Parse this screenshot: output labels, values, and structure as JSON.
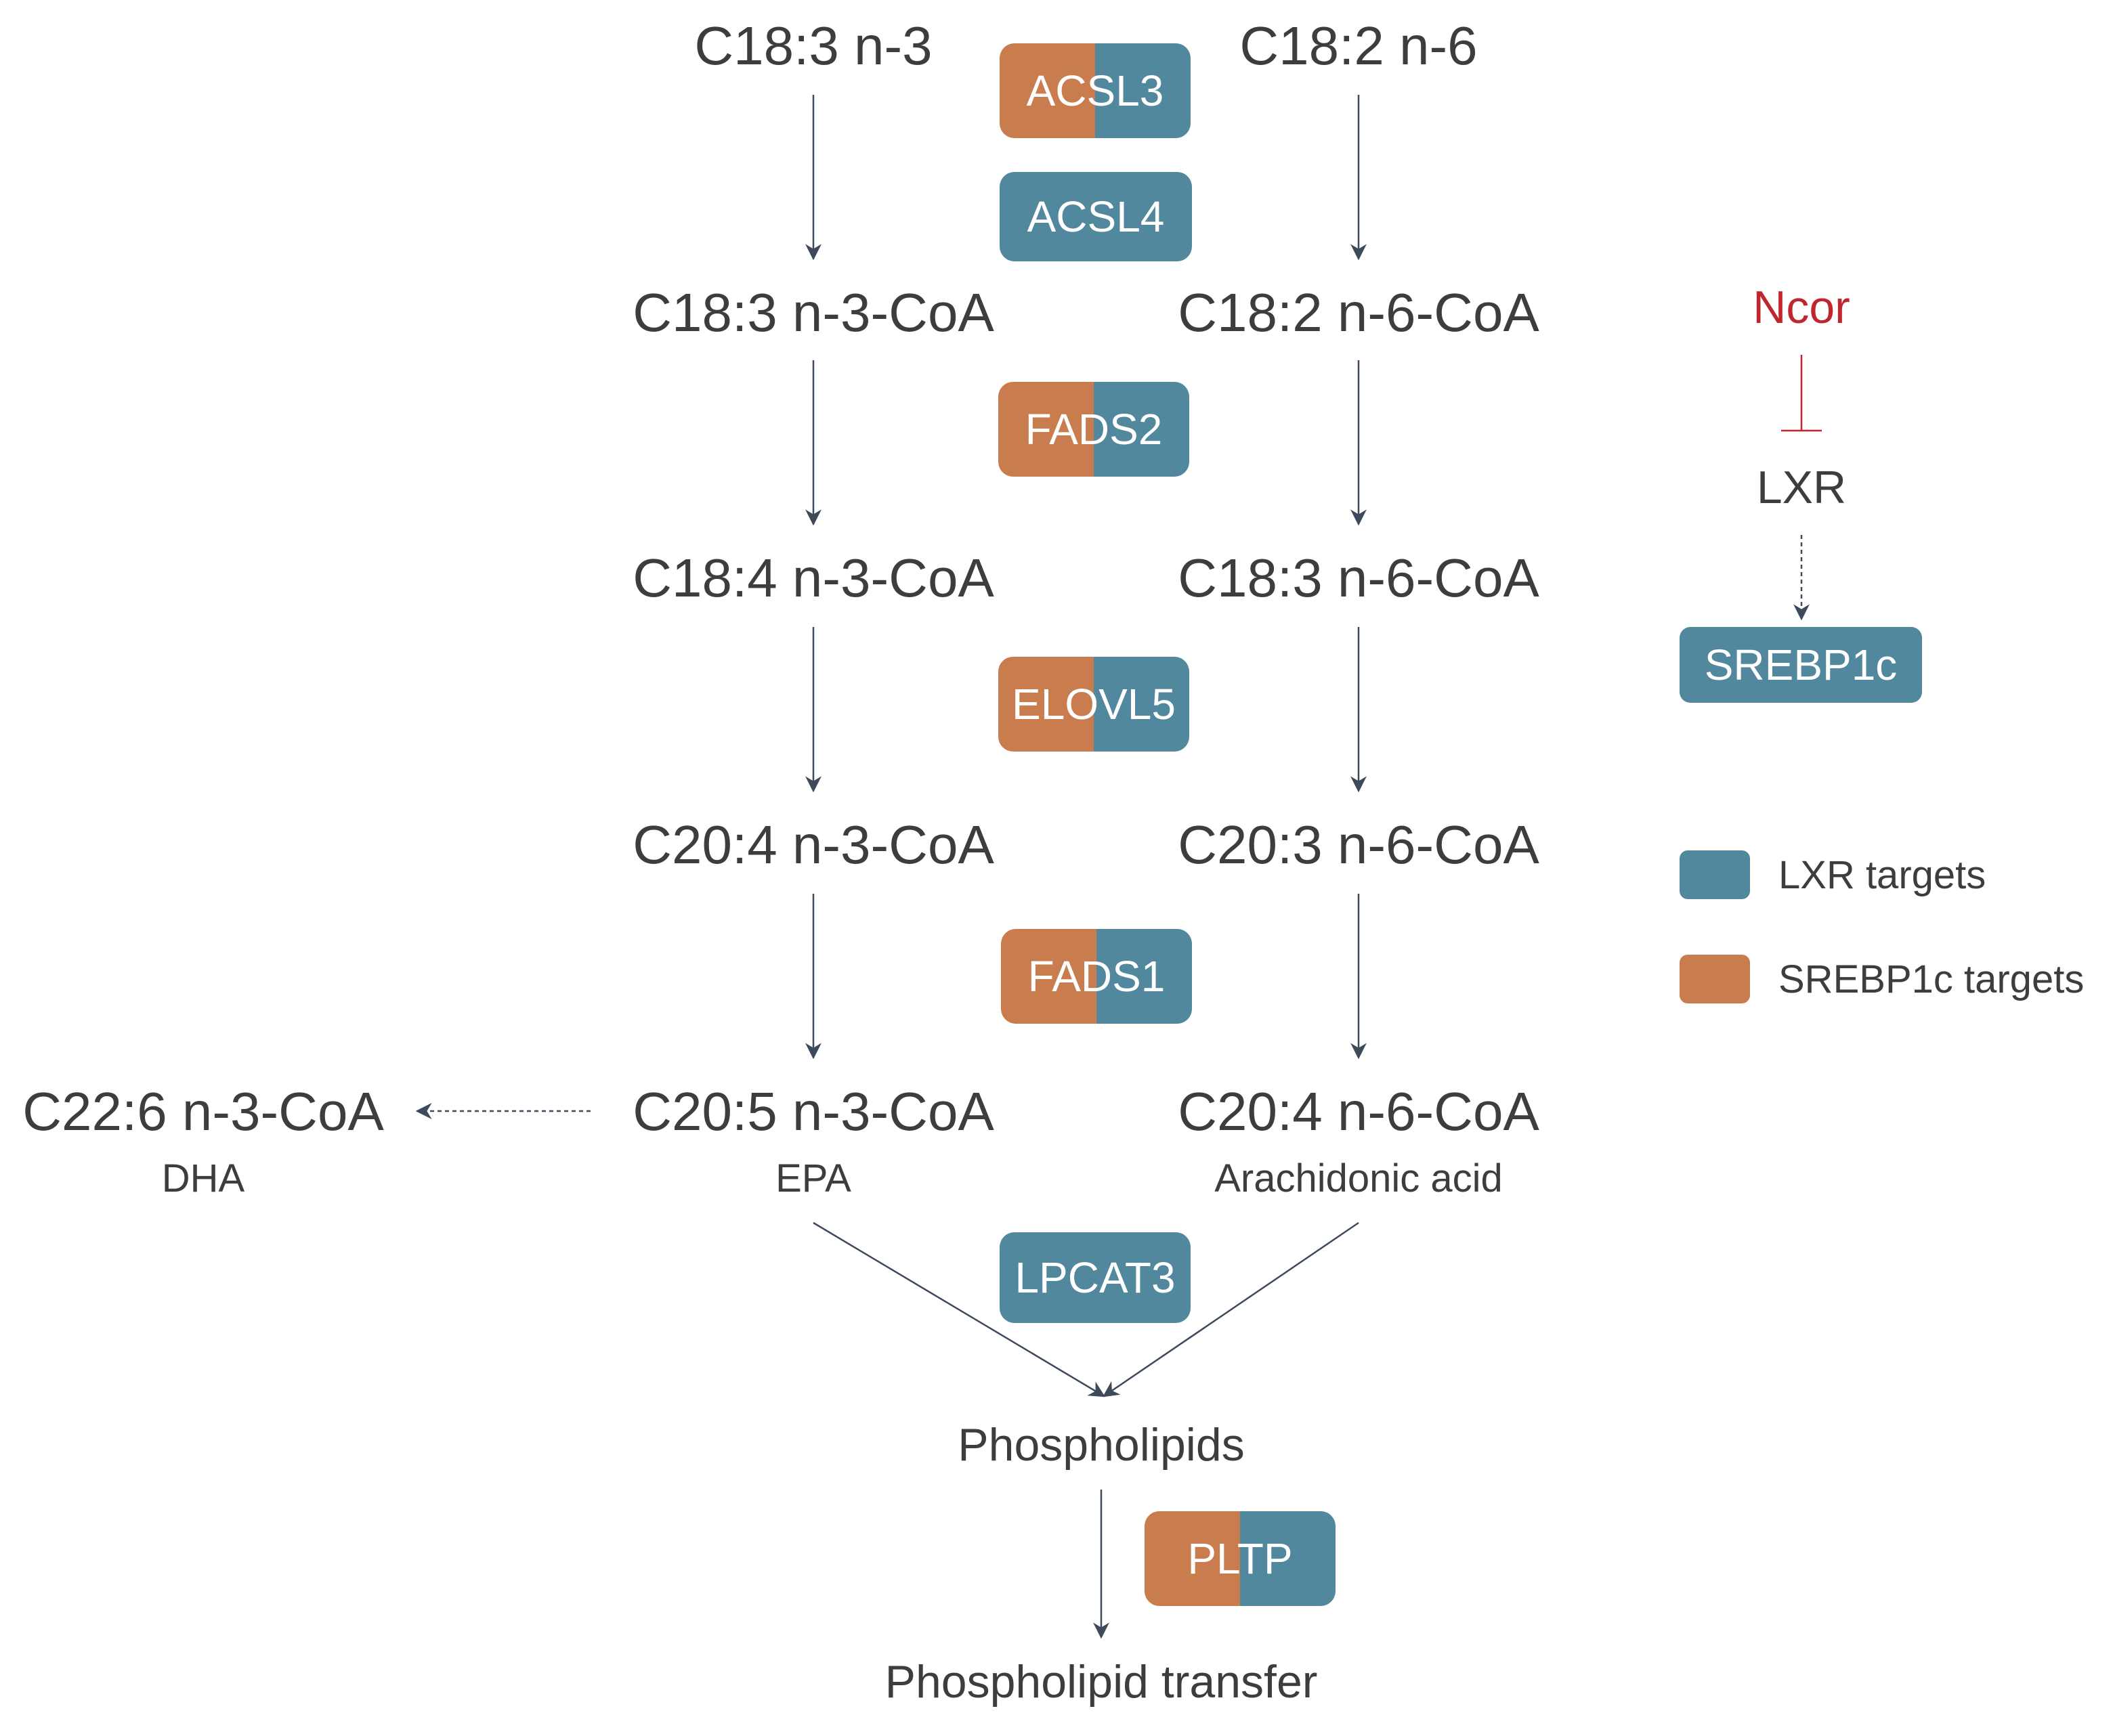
{
  "colors": {
    "lxr": "#51889e",
    "srebp": "#c97d4e",
    "arrow": "#3d4a5c",
    "inhibit": "#c0262d",
    "text": "#3d3d3d"
  },
  "n3": {
    "c18_3": "C18:3 n-3",
    "c18_3_coa": "C18:3 n-3-CoA",
    "c18_4_coa": "C18:4 n-3-CoA",
    "c20_4_coa": "C20:4 n-3-CoA",
    "c20_5_coa": "C20:5 n-3-CoA",
    "epa": "EPA",
    "c22_6_coa": "C22:6 n-3-CoA",
    "dha": "DHA"
  },
  "n6": {
    "c18_2": "C18:2 n-6",
    "c18_2_coa": "C18:2 n-6-CoA",
    "c18_3_coa": "C18:3 n-6-CoA",
    "c20_3_coa": "C20:3 n-6-CoA",
    "c20_4_coa": "C20:4 n-6-CoA",
    "arachidonic": "Arachidonic acid"
  },
  "products": {
    "phospholipids": "Phospholipids",
    "transfer": "Phospholipid transfer"
  },
  "enzymes": {
    "acsl3": {
      "label": "ACSL3",
      "targets": "both"
    },
    "acsl4": {
      "label": "ACSL4",
      "targets": "lxr"
    },
    "fads2": {
      "label": "FADS2",
      "targets": "both"
    },
    "elovl5": {
      "label": "ELOVL5",
      "targets": "both"
    },
    "fads1": {
      "label": "FADS1",
      "targets": "both"
    },
    "lpcat3": {
      "label": "LPCAT3",
      "targets": "lxr"
    },
    "pltp": {
      "label": "PLTP",
      "targets": "both"
    },
    "srebp1c": {
      "label": "SREBP1c",
      "targets": "lxr"
    }
  },
  "regulation": {
    "ncor": "Ncor",
    "lxr": "LXR"
  },
  "legend": {
    "lxr_targets": "LXR targets",
    "srebp_targets": "SREBP1c targets"
  }
}
